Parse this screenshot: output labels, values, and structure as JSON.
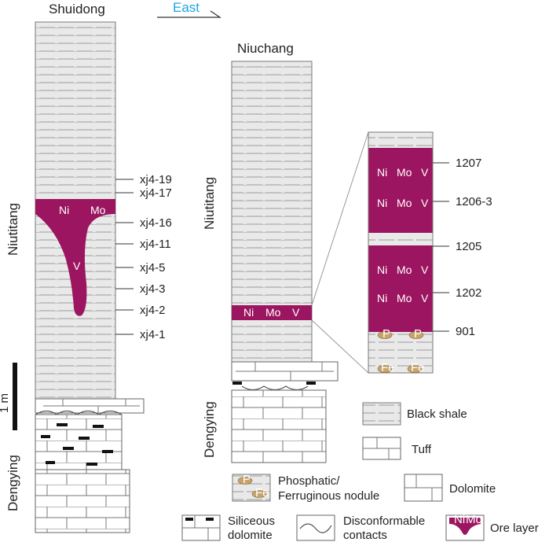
{
  "sections": {
    "left": {
      "name": "Shuidong",
      "formation_upper": "Niutitang",
      "formation_lower": "Dengying"
    },
    "right": {
      "name": "Niuchang",
      "formation_upper": "Niutitang",
      "formation_lower": "Dengying"
    }
  },
  "direction": "East",
  "scale_label": "1 m",
  "left_ore": {
    "el1": "Ni",
    "el2": "Mo",
    "el3": "V"
  },
  "left_samples": [
    "xj4-19",
    "xj4-17",
    "xj4-16",
    "xj4-11",
    "xj4-5",
    "xj4-3",
    "xj4-2",
    "xj4-1"
  ],
  "right_ore": {
    "el1": "Ni",
    "el2": "Mo",
    "el3": "V"
  },
  "zoom_ore": {
    "el1": "Ni",
    "el2": "Mo",
    "el3": "V"
  },
  "zoom_nodule_p": "P",
  "zoom_nodule_fe": "Fe",
  "right_samples": [
    "1207",
    "1206-3",
    "1205",
    "1202",
    "901"
  ],
  "legend": {
    "black_shale": "Black shale",
    "tuff": "Tuff",
    "nodule_line1": "Phosphatic/",
    "nodule_line2": "Ferruginous nodule",
    "dolomite": "Dolomite",
    "siliceous_line1": "Siliceous",
    "siliceous_line2": "dolomite",
    "disconf_line1": "Disconformable",
    "disconf_line2": "contacts",
    "ore_layer": "Ore layer",
    "ore_icon_ni": "Ni",
    "ore_icon_mo": "Mo",
    "nodule_icon_p": "P",
    "nodule_icon_fe": "Fe"
  },
  "colors": {
    "ore": "#9b1560",
    "shale": "#e9e9e9",
    "direction": "#1aa6e0",
    "nodule": "#c8a46a"
  }
}
